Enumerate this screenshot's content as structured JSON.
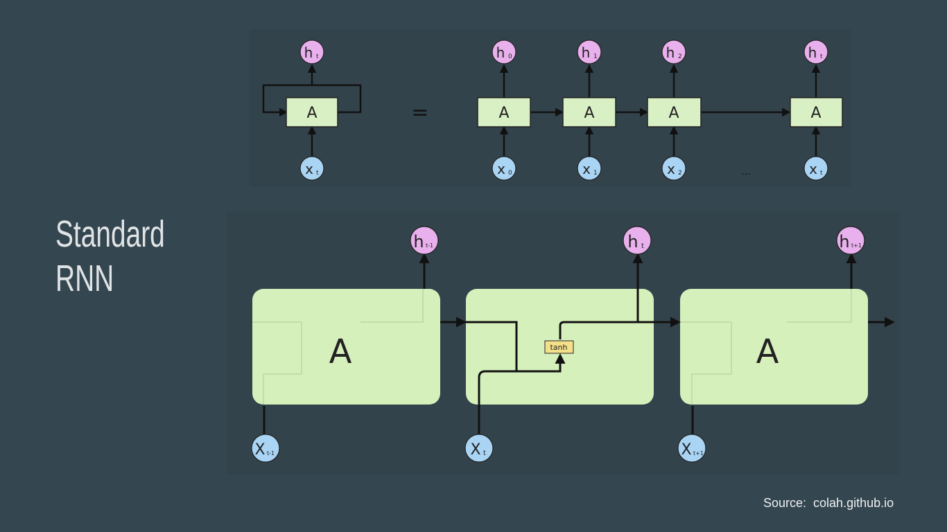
{
  "slide": {
    "title_line1": "Standard",
    "title_line2": "RNN",
    "source": "Source:  colah.github.io"
  },
  "top_diagram": {
    "rolled": {
      "cell": "A",
      "output": "h",
      "output_sub": "t",
      "input": "x",
      "input_sub": "t"
    },
    "equals": "=",
    "unrolled": [
      {
        "cell": "A",
        "output": "h",
        "output_sub": "0",
        "input": "x",
        "input_sub": "0"
      },
      {
        "cell": "A",
        "output": "h",
        "output_sub": "1",
        "input": "x",
        "input_sub": "1"
      },
      {
        "cell": "A",
        "output": "h",
        "output_sub": "2",
        "input": "x",
        "input_sub": "2"
      },
      {
        "cell": "A",
        "output": "h",
        "output_sub": "t",
        "input": "x",
        "input_sub": "t"
      }
    ],
    "ellipsis": "..."
  },
  "bottom_diagram": {
    "cells": [
      {
        "label": "A",
        "output": "h",
        "output_sub": "t-1",
        "input": "X",
        "input_sub": "t-1"
      },
      {
        "label": "",
        "gate": "tanh",
        "output": "h",
        "output_sub": "t",
        "input": "X",
        "input_sub": "t"
      },
      {
        "label": "A",
        "output": "h",
        "output_sub": "t+1",
        "input": "X",
        "input_sub": "t+1"
      }
    ]
  },
  "colors": {
    "background": "#34464f",
    "panel": "#33434b",
    "cell_fill": "#d9f0c5",
    "cell_fill_big": "#d6f0bc",
    "output_node": "#e8b0ec",
    "input_node": "#a9d4f4",
    "gate_fill": "#f5e08a"
  }
}
